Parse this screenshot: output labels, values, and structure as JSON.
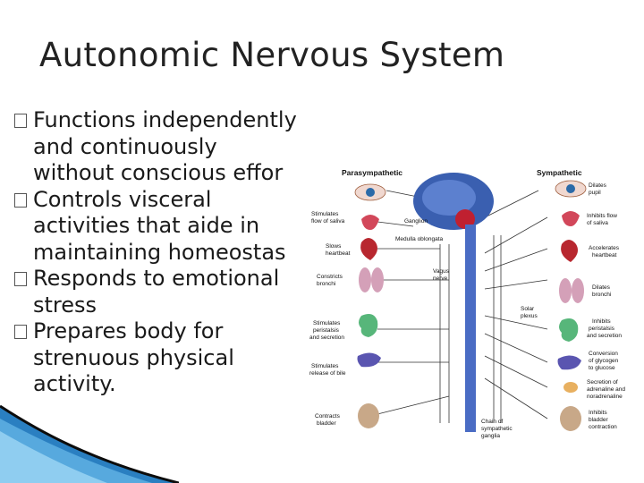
{
  "slide": {
    "title": "Autonomic Nervous System",
    "bullets": [
      {
        "lines": [
          "Functions independently",
          "and continuously",
          "without conscious effor"
        ]
      },
      {
        "lines": [
          "Controls visceral",
          "activities that aide in",
          "maintaining homeostas"
        ]
      },
      {
        "lines": [
          "Responds to emotional",
          "stress"
        ]
      },
      {
        "lines": [
          "Prepares body for",
          "strenuous physical",
          "activity."
        ]
      }
    ]
  },
  "diagram": {
    "header_left": "Parasympathetic",
    "header_right": "Sympathetic",
    "left_labels": {
      "eye": "",
      "saliva": [
        "Stimulates",
        "flow of saliva"
      ],
      "heart": [
        "Slows",
        "heartbeat"
      ],
      "lungs": [
        "Constricts",
        "bronchi"
      ],
      "stomach": [
        "Stimulates",
        "peristalsis",
        "and secretion"
      ],
      "liver": [
        "Stimulates",
        "release of bile"
      ],
      "bladder": [
        "Contracts",
        "bladder"
      ]
    },
    "right_labels": {
      "eye": [
        "Dilates",
        "pupil"
      ],
      "saliva": [
        "Inhibits flow",
        "of saliva"
      ],
      "heart": [
        "Accelerates",
        "heartbeat"
      ],
      "lungs": [
        "Dilates",
        "bronchi"
      ],
      "stomach": [
        "Inhibits",
        "peristalsis",
        "and secretion"
      ],
      "liver": [
        "Conversion",
        "of glycogen",
        "to glucose"
      ],
      "adrenal": [
        "Secretion of",
        "adrenaline and",
        "noradrenaline"
      ],
      "bladder": [
        "Inhibits",
        "bladder",
        "contraction"
      ]
    },
    "center_labels": {
      "ganglion": "Ganglion",
      "medulla": "Medulla oblongata",
      "vagus": [
        "Vagus",
        "nerve"
      ],
      "solar": [
        "Solar",
        "plexus"
      ],
      "chain": [
        "Chain of",
        "sympathetic",
        "ganglia"
      ]
    },
    "colors": {
      "brain": "#3a5fb0",
      "cord": "#4a6cc4",
      "nerve": "#333333",
      "eye_iris": "#2b6aa8",
      "organ_red": "#d2475a",
      "heart": "#b8272f",
      "lungs": "#d4a0b8",
      "stomach": "#57b67a",
      "liver": "#5a55b0",
      "bladder": "#c8a888"
    }
  }
}
